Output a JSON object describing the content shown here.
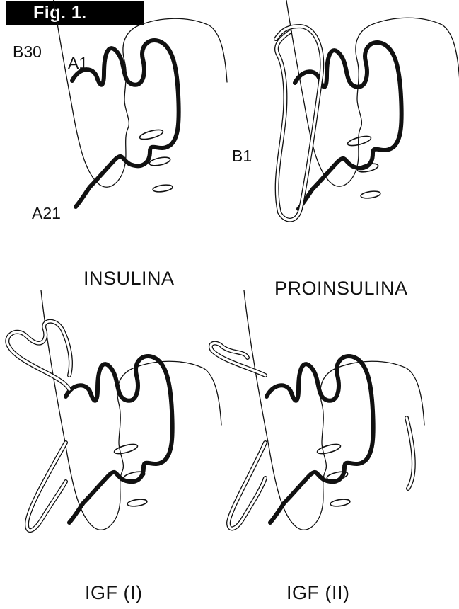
{
  "figure": {
    "label": "Fig. 1."
  },
  "panels": [
    {
      "caption": "INSULINA"
    },
    {
      "caption": "PROINSULINA"
    },
    {
      "caption": "IGF (I)"
    },
    {
      "caption": "IGF (II)"
    }
  ],
  "labels": {
    "b30": "B30",
    "a1": "A1",
    "b1": "B1",
    "a21": "A21"
  }
}
